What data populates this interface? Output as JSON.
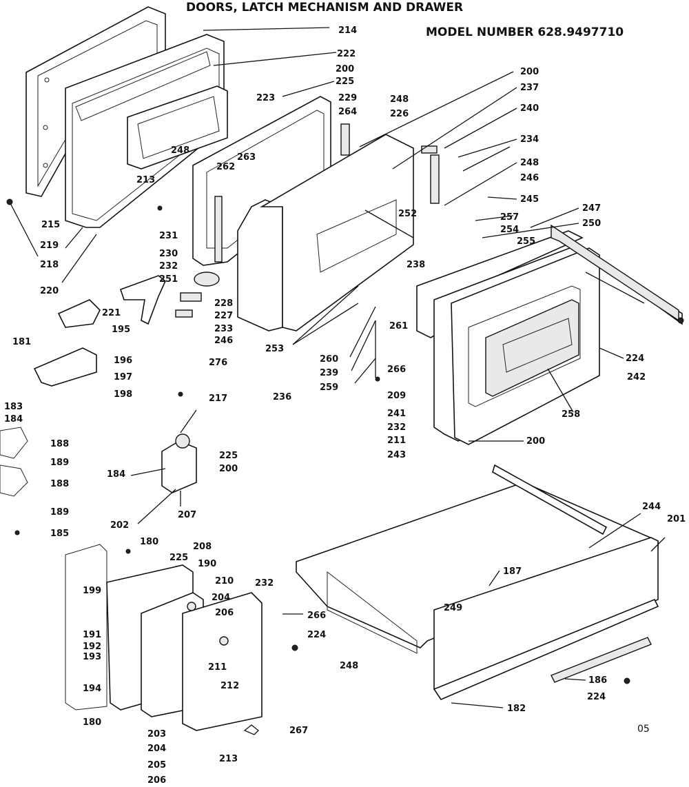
{
  "title": "DOORS, LATCH MECHANISM AND DRAWER",
  "model": "MODEL NUMBER 628.9497710",
  "corner_mark": "05",
  "callouts": [
    "214",
    "222",
    "200",
    "225",
    "223",
    "229",
    "264",
    "248",
    "226",
    "200",
    "237",
    "240",
    "234",
    "248",
    "246",
    "245",
    "247",
    "250",
    "257",
    "254",
    "255",
    "252",
    "238",
    "263",
    "262",
    "248",
    "213",
    "215",
    "219",
    "218",
    "220",
    "231",
    "230",
    "232",
    "251",
    "228",
    "227",
    "233",
    "246",
    "236",
    "253",
    "260",
    "239",
    "259",
    "261",
    "266",
    "209",
    "241",
    "232",
    "211",
    "243",
    "258",
    "242",
    "224",
    "200",
    "221",
    "195",
    "181",
    "196",
    "197",
    "198",
    "183",
    "184",
    "276",
    "217",
    "188",
    "189",
    "188",
    "189",
    "185",
    "184",
    "225",
    "200",
    "202",
    "207",
    "244",
    "201",
    "187",
    "249",
    "186",
    "224",
    "182",
    "208",
    "190",
    "225",
    "180",
    "210",
    "204",
    "206",
    "232",
    "199",
    "191",
    "192",
    "193",
    "194",
    "180",
    "211",
    "212",
    "203",
    "204",
    "205",
    "206",
    "213",
    "266",
    "224",
    "248",
    "267"
  ]
}
